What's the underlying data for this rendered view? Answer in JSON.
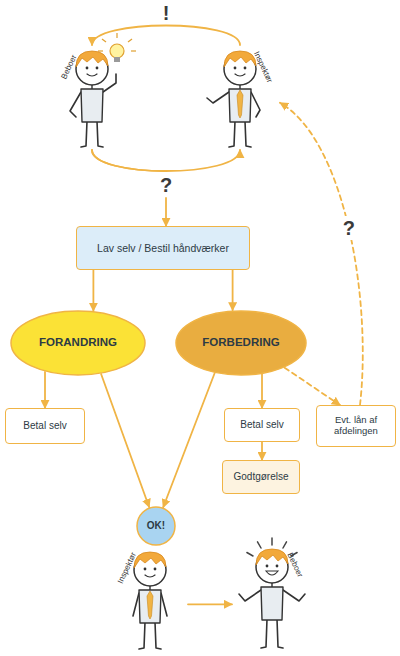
{
  "diagram": {
    "nodes": [
      {
        "text": [
          "Beboer"
        ]
      },
      {
        "text": [
          "Inspektør"
        ]
      },
      {
        "text": [
          "Lav selv / Bestil håndværker"
        ]
      },
      {
        "text": [
          "FORANDRING"
        ]
      },
      {
        "text": [
          "FORBEDRING"
        ]
      },
      {
        "text": [
          "Betal selv"
        ]
      },
      {
        "text": [
          "Betal selv"
        ]
      },
      {
        "text": [
          "Evt. lån af afdelingen"
        ]
      },
      {
        "text": [
          "Godtgørelse"
        ]
      },
      {
        "text": [
          "OK!"
        ]
      },
      {
        "text": [
          "Inspektør"
        ]
      },
      {
        "text": [
          "Beboer"
        ]
      }
    ],
    "edges": [
      {
        "from": 1,
        "to": 0,
        "arrow": "to",
        "label": "!"
      },
      {
        "from": 0,
        "to": 1,
        "arrow": "to"
      },
      {
        "from": 0,
        "to": 2,
        "arrow": "to",
        "label": "?"
      },
      {
        "from": 2,
        "to": 3,
        "arrow": "to"
      },
      {
        "from": 2,
        "to": 4,
        "arrow": "to"
      },
      {
        "from": 3,
        "to": 5,
        "arrow": "to"
      },
      {
        "from": 3,
        "to": 9,
        "arrow": "to"
      },
      {
        "from": 4,
        "to": 6,
        "arrow": "to"
      },
      {
        "from": 4,
        "to": 9,
        "arrow": "to"
      },
      {
        "from": 4,
        "to": 7,
        "arrow": "to"
      },
      {
        "from": 6,
        "to": 8,
        "arrow": "to"
      },
      {
        "from": 7,
        "to": 1,
        "arrow": "to",
        "label": "?"
      },
      {
        "from": 10,
        "to": 11,
        "arrow": "to"
      }
    ]
  }
}
